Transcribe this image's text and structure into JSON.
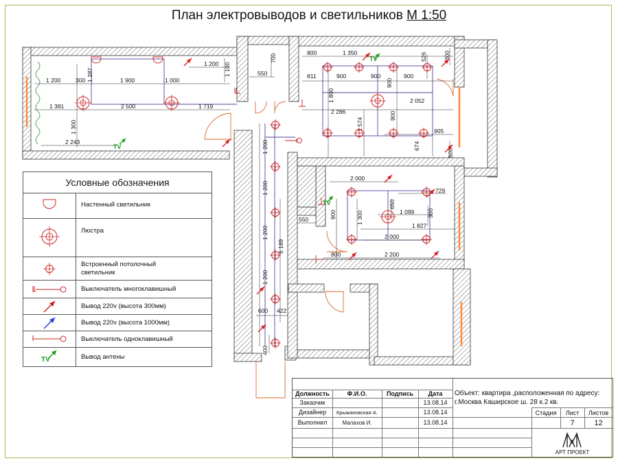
{
  "title": {
    "text": "План электровыводов и светильников",
    "scale": "М 1:50"
  },
  "dimensions": {
    "d1200a": "1 200",
    "d300a": "300",
    "d1287": "1 287",
    "d1900": "1 900",
    "d1000": "1 000",
    "d1200b": "1 200",
    "d1100": "1 100",
    "d1381": "1 381",
    "d2500": "2 500",
    "d1719": "1 719",
    "d1300a": "1 300",
    "d2243": "2 243",
    "d550a": "550",
    "d700": "700",
    "d800a": "800",
    "d1350": "1 350",
    "d526": "526",
    "d300b": "300",
    "d811": "811",
    "d900a": "900",
    "d900b": "900",
    "d900c": "900",
    "d1800": "1 800",
    "d900d": "900",
    "d2286": "2 286",
    "d2052": "2 052",
    "d1574": "1 574",
    "d900e": "900",
    "d905": "905",
    "d674": "674",
    "d500": "500",
    "d1200c": "1 200",
    "d1200d": "1 200",
    "d6189": "6 189",
    "d1200e": "1 200",
    "d1200f": "1 200",
    "d600": "600",
    "d422": "422",
    "d400": "400",
    "d2000a": "2 000",
    "d729": "729",
    "d550b": "550",
    "d900f": "900",
    "d1300b": "1 300",
    "d650": "650",
    "d1099": "1 099",
    "d300c": "300",
    "d1827": "1 827",
    "d2000b": "2 000",
    "d800b": "800",
    "d2200": "2 200"
  },
  "tv_marks": {
    "tv1": "TV",
    "tv2": "TV",
    "tv3": "TV"
  },
  "legend": {
    "header": "Условные обозначения",
    "items": [
      {
        "label": "Настенный светильник",
        "icon": "wall-lamp-icon"
      },
      {
        "label": "Люстра",
        "icon": "chandelier-icon"
      },
      {
        "label": "Встроенный потолочный\nсветильник",
        "icon": "recessed-light-icon"
      },
      {
        "label": "Выключатель многоклавишный",
        "icon": "multi-switch-icon"
      },
      {
        "label": "Вывод 220v (высота 300мм)",
        "icon": "red-arrow-icon"
      },
      {
        "label": "Вывод 220v (высота 1000мм)",
        "icon": "blue-arrow-icon"
      },
      {
        "label": "Выключатель одноклавишный",
        "icon": "single-switch-icon"
      },
      {
        "label": "Вывод антены",
        "icon": "antenna-icon",
        "mark": "TV"
      }
    ]
  },
  "stamp": {
    "headers": {
      "role": "Должность",
      "name": "Ф.И.О.",
      "sign": "Подпись",
      "date": "Дата"
    },
    "rows": [
      {
        "role": "Заказчик",
        "name": "",
        "date": "13.08.14"
      },
      {
        "role": "Дизайнер",
        "name": "Крыжановская А.",
        "date": "13.08.14"
      },
      {
        "role": "Выполнил",
        "name": "Малахов И.",
        "date": "13.08.14"
      }
    ],
    "object_line1": "Объект: квартира ,расположенная по адресу:",
    "object_line2": "г.Москва Каширское ш. 28 к.2 кв.",
    "stage_label": "Стадия",
    "sheet_label": "Лист",
    "sheets_label": "Листов",
    "stage_value": "",
    "sheet_value": "7",
    "sheets_value": "12",
    "company": "АРТ ПРОЕКТ"
  },
  "colors": {
    "wall_hatch": "#666666",
    "wiring": "#5a3f9a",
    "fixture": "#cc2222",
    "door": "#e0642a",
    "window": "#ff8c3a",
    "arrow_red": "#d42020",
    "arrow_blue": "#2a3fd4",
    "antenna": "#1a9a1a",
    "frame": "#9cc05a"
  }
}
